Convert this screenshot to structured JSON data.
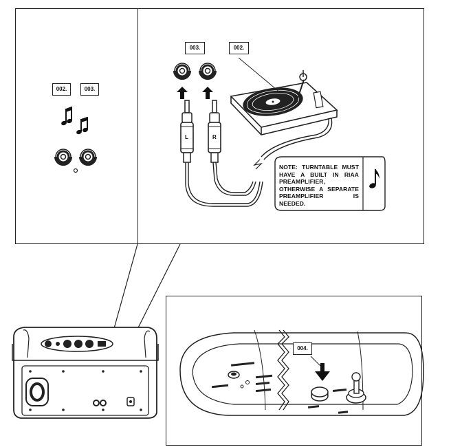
{
  "left_panel": {
    "tags": [
      "002.",
      "003."
    ]
  },
  "right_panel": {
    "tags": [
      "003.",
      "002."
    ],
    "plug_labels": [
      "L",
      "R"
    ],
    "note": "NOTE: TURNTABLE MUST HAVE A BUILT IN RIAA PREAMPLIFIER, OTHERWISE A SEPARATE PREAMPLIFIER IS NEEDED.",
    "note_icon": "music-note-icon"
  },
  "bottom_panel": {
    "tag": "004."
  },
  "icons": {
    "music_notes": "beamed-music-notes-icon",
    "arrow": "arrow-up-icon",
    "press_arrow": "arrow-down-icon"
  },
  "colors": {
    "line": "#222222",
    "background": "#ffffff"
  }
}
